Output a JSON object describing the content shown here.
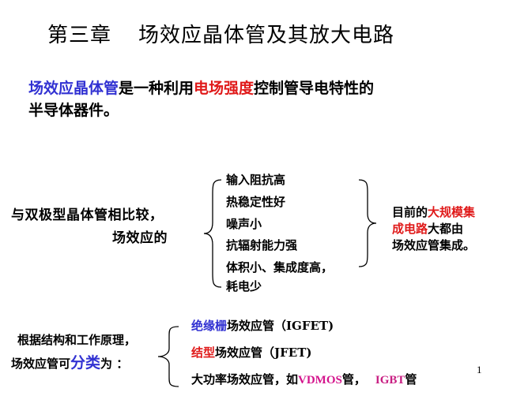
{
  "title": {
    "chapter": "第三章",
    "main": "场效应晶体管及其放大电路"
  },
  "intro": {
    "term": "场效应晶体管",
    "text_a": "是一种利用",
    "highlight": "电场强度",
    "text_b": "控制管导电特性的",
    "line2": "半导体器件。"
  },
  "comparison": {
    "label_line1": "与双极型晶体管相比较，",
    "label_line2": "场效应的",
    "features": [
      "输入阻抗高",
      "热稳定性好",
      "噪声小",
      "抗辐射能力强",
      "体积小、集成度高，",
      "耗电少"
    ],
    "note": {
      "line1_a": "目前的",
      "line1_b": "大规模集",
      "line2_a": "成电路",
      "line2_b": "大都由",
      "line3": "场效应管集成。"
    }
  },
  "classification": {
    "label_line1": "根据结构和工作原理，",
    "label_line2_a": "场效应管可",
    "label_line2_em": "分类",
    "label_line2_b": "为 ：",
    "types": [
      {
        "em": "绝缘栅",
        "text": "场效应管（IGFET)"
      },
      {
        "em": "结型",
        "text": "场效应管（JFET)"
      },
      {
        "text": "大功率场效应管，如",
        "em_a": "VDMOS",
        "mid": "管，",
        "em_b": "IGBT",
        "tail": "管"
      }
    ]
  },
  "page_number": "1",
  "colors": {
    "blue": "#3232d2",
    "red": "#e01a1a",
    "magenta": "#d4148c"
  }
}
